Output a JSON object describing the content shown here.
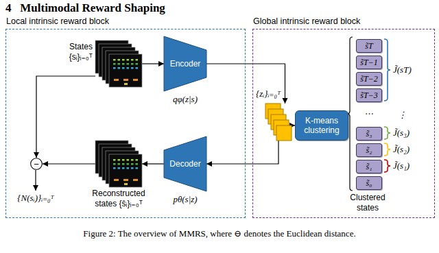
{
  "diagram": {
    "title": "4   Multimodal Reward Shaping",
    "caption": "Figure 2: The overview of MMRS, where ⊖ denotes the Euclidean distance.",
    "nodes": [
      {
        "text": [
          "Local intrinsic reward block"
        ]
      },
      {
        "text": [
          "States {sᵢ}ᵢ₌₀ᵀ"
        ],
        "in": 0
      },
      {
        "text": [
          "Encoder",
          "qφ(z|s)"
        ],
        "in": 0
      },
      {
        "text": [
          "Reconstructed states {ŝᵢ}ᵢ₌₀ᵀ"
        ],
        "in": 0
      },
      {
        "text": [
          "Decoder",
          "pθ(s|z)"
        ],
        "in": 0
      },
      {
        "text": [
          "−"
        ],
        "in": 0
      },
      {
        "text": [
          "Global intrinsic reward block"
        ]
      },
      {
        "text": [
          "{zᵢ}ᵢ₌₀ᵀ"
        ],
        "in": 6
      },
      {
        "text": [
          "K-means clustering"
        ],
        "in": 6
      },
      {
        "text": [
          "s̃T"
        ],
        "in": 6
      },
      {
        "text": [
          "s̃T−1"
        ],
        "in": 6
      },
      {
        "text": [
          "s̃T−2"
        ],
        "in": 6
      },
      {
        "text": [
          "s̃T−3"
        ],
        "in": 6
      },
      {
        "text": [
          "s̃₃"
        ],
        "in": 6
      },
      {
        "text": [
          "s̃₂"
        ],
        "in": 6
      },
      {
        "text": [
          "s̃₁"
        ],
        "in": 6
      },
      {
        "text": [
          "s̃₀"
        ],
        "in": 6
      }
    ],
    "edges": [
      {
        "from": 1,
        "to": 2,
        "arrow": "to"
      },
      {
        "from": 2,
        "to": 7,
        "arrow": "to"
      },
      {
        "from": 7,
        "to": 4,
        "arrow": "to"
      },
      {
        "from": 4,
        "to": 3,
        "arrow": "to"
      },
      {
        "from": 1,
        "to": 5,
        "arrow": "to"
      },
      {
        "from": 3,
        "to": 5,
        "arrow": "to"
      },
      {
        "from": 7,
        "to": 8,
        "arrow": "to"
      }
    ],
    "labels": [
      "{N(sᵢ)}ᵢ₌₀ᵀ",
      "⋯",
      "Clustered states",
      "J̃(sT)",
      "⋮",
      "J̃(s₃)",
      "J̃(s₂)",
      "J̃(s₁)"
    ]
  }
}
